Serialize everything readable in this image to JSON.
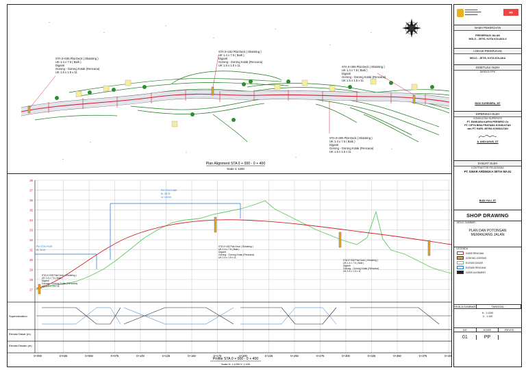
{
  "plan": {
    "labels": [
      {
        "id": "p1",
        "lines": [
          "STA 0+035 Plat Deck ( Eksisting )",
          "UK 1.4 x 7.5 ( Baik )",
          "Diganti",
          "Gorong - Gorong Kotak (Rencana)",
          "UK 1.5 x 1.5 x 11"
        ]
      },
      {
        "id": "p2",
        "lines": [
          "STA 0+182 Plat Deck ( Eksisting )",
          "UK 1.4 x 7.5 ( Baik )",
          "Diganti",
          "Gorong - Gorong Kotak (Rencana)",
          "UK 1.5 x 1.5 x 11"
        ]
      },
      {
        "id": "p3",
        "lines": [
          "STA 0+306 Plat Deck ( Eksisting )",
          "UK 1.4 x 7.5 ( Baik )",
          "Diganti",
          "Gorong - Gorong Kotak (Rencana)",
          "UK 1.5 x 1.5 x 11"
        ]
      },
      {
        "id": "p4",
        "lines": [
          "STA 0+305 Plat Deck ( Eksisting )",
          "UK 1.4 x 7.5 ( Baik )",
          "Diganti",
          "Gorong - Gorong Kotak (Rencana)",
          "UK 1.5 x 1.5 x 11"
        ]
      }
    ],
    "caption": "Plan Alignment STA 0 + 000 - 0 + 400",
    "scale": "Scale 1: 1250"
  },
  "profile": {
    "y_ticks": [
      "38",
      "37",
      "36",
      "35",
      "34",
      "33",
      "32",
      "31",
      "30",
      "29",
      "28",
      "27"
    ],
    "stations": [
      "0+000",
      "0+025",
      "0+050",
      "0+075",
      "0+100",
      "0+125",
      "0+150",
      "0+175",
      "0+200",
      "0+225",
      "0+250",
      "0+275",
      "0+300",
      "0+325",
      "0+350",
      "0+375",
      "0+400"
    ],
    "rows": {
      "superelevation": "Superelevation",
      "elevasi": "Elevasi Dasar (m)",
      "elevasi2": "Elevasi Desain (m)"
    },
    "caption": "Profile STA 0 + 000 - 0 + 400",
    "scale": "Scale H: 1:1250   V: 1:100",
    "structure_labels": [
      {
        "id": "s1",
        "lines": [
          "STA 0+035 Plat Deck ( Eksisting )",
          "UK 1.4 x 7.5 ( Baik )",
          "Diganti",
          "Gorong - Gorong Kotak (Rencana)",
          "UK 1.5 x 1.5 x 11"
        ]
      },
      {
        "id": "s2",
        "lines": [
          "STA 0+182 Plat Deck ( Eksisting )",
          "UK 1.4 x 7.5 ( Baik )",
          "Diganti",
          "Gorong - Gorong Kotak (Rencana)",
          "UK 1.5 x 1.5 x 11"
        ]
      },
      {
        "id": "s3",
        "lines": [
          "STA 0+306 Plat Deck ( Eksisting )",
          "UK 1.4 x 7.5 ( Baik )",
          "Diganti",
          "Gorong - Gorong Kotak (Rencana)",
          "UK 1.5 x 1.5 x 11"
        ]
      }
    ]
  },
  "title_block": {
    "nama_pekerjaan_head": "NAMA PEKERJAAN",
    "nama_pekerjaan": "PRESERVASI JALAN",
    "nama_pekerjaan2": "MOLO - JETIS, KOTA KOLAKA II",
    "lokasi_head": "LOKASI PEKERJAAN",
    "lokasi": "MOLO - JETIS, KOTA KOLAKA",
    "disetujui_head": "DISETUJUI OLEH",
    "disetujui_role": "DIREKSI PPK",
    "disetujui_name": "BUDI SUHENDRA, MT",
    "diperiksa_head": "DIPERIKSA OLEH",
    "diperiksa_role": "KONSULTAN SUPERVISI",
    "diperiksa_org": "PT. DWIKARA KARYA PERSERO Cs",
    "diperiksa_org2": "PT. CIPTA BINA PRATAMA KONSULTAN",
    "diperiksa_org3": "dan PT. HAFIL MITRA KONSULTAN",
    "diperiksa_name": "A. ANDI AGUS, ST",
    "dibuat_head": "DI BUAT OLEH",
    "dibuat_role": "KONTRAKTOR PELAKSANA",
    "dibuat_org": "PT. SINAR ARDNGKA SETIA MAJU",
    "dibuat_name": "BUDI YULI, ST",
    "shop_drawing": "SHOP DRAWING",
    "judul_head": "JUDUL GAMBAR :",
    "judul1": "PLAN DAN POTONGAN",
    "judul2": "MEMANJANG JALAN",
    "legend_head": "LEGENDA",
    "legend": [
      "GARIS RENCANA",
      "GORONG-GORONG",
      "ELEVASI DASAR",
      "ELEVASI RENCANA",
      "GARIS ALIGNMENT"
    ],
    "skala_head": "SKALA GAMBAR",
    "tanggal_head": "TANGGAL :",
    "skala_h": "H : 1:1250",
    "skala_v": "V : 1:100",
    "no_head": "NO",
    "kode_head": "KODE",
    "revisi_head": "REVISI :",
    "no": "01",
    "kode": "PP"
  },
  "colors": {
    "alignment": "#d2202a",
    "existing": "#3db43d",
    "contour": "#1b7a1b",
    "grid": "#b7b7b7",
    "blue": "#1c74c9"
  }
}
